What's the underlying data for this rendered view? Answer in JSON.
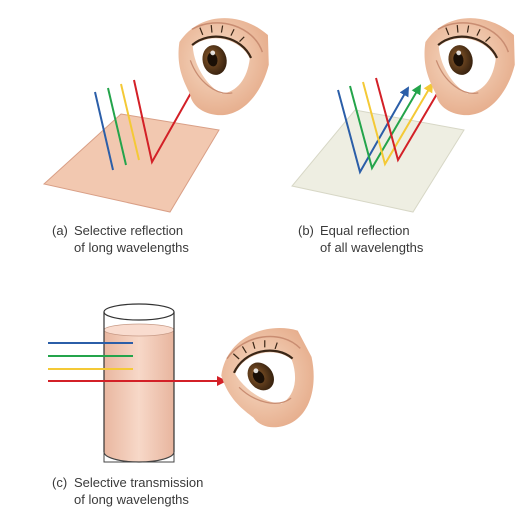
{
  "panels": [
    {
      "id": "a",
      "tag": "(a)",
      "caption_line1": "Selective reflection",
      "caption_line2": "of long wavelengths"
    },
    {
      "id": "b",
      "tag": "(b)",
      "caption_line1": "Equal reflection",
      "caption_line2": "of all wavelengths"
    },
    {
      "id": "c",
      "tag": "(c)",
      "caption_line1": "Selective transmission",
      "caption_line2": "of long wavelengths"
    }
  ],
  "colors": {
    "blue": "#2b5ea8",
    "green": "#24a44b",
    "yellow": "#f4c936",
    "red": "#d32027",
    "peach_surface": "#f2c8b0",
    "peach_edge": "#d99f86",
    "white_surface": "#eeeee2",
    "white_edge": "#d7d7c6",
    "glass_fill": "#f4cdbb",
    "skin": "#f1c9ad",
    "iris": "#5a3a1c"
  },
  "icons": [
    "eye-icon"
  ]
}
